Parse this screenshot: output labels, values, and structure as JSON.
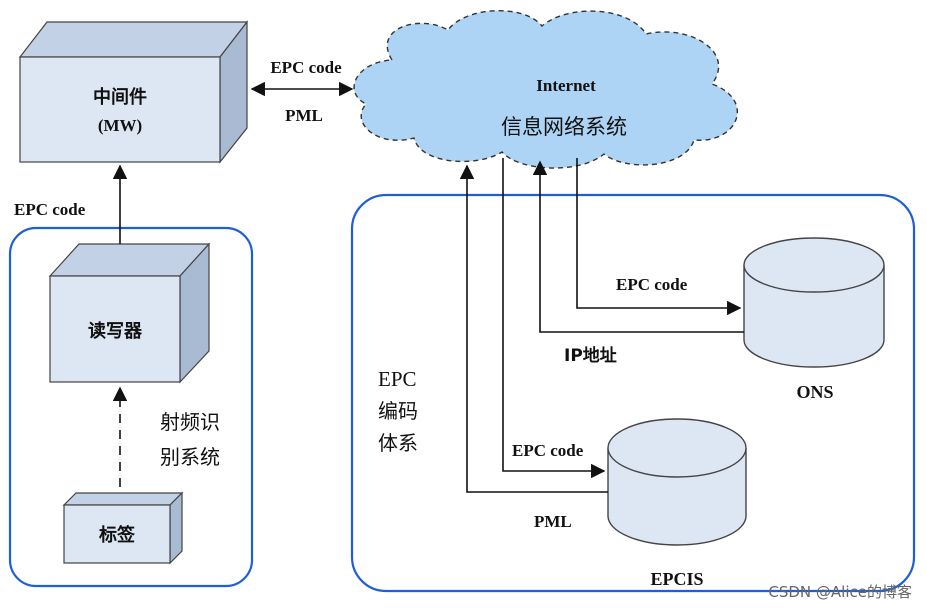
{
  "middleware": {
    "line1": "中间件",
    "line2": "(MW)"
  },
  "reader": {
    "label": "读写器"
  },
  "tag": {
    "label": "标签"
  },
  "rfid_group": {
    "line1": "射频识",
    "line2": "别系统"
  },
  "epc_group": {
    "line1": "EPC",
    "line2": "编码",
    "line3": "体系"
  },
  "internet": {
    "title": "Internet",
    "subtitle": "信息网络系统"
  },
  "labels": {
    "epc_code_mw_internet": "EPC code",
    "pml_mw_internet": "PML",
    "epc_code_reader_mw": "EPC code",
    "epc_code_to_ons": "EPC code",
    "ip_address": "IP地址",
    "epc_code_to_epcis": "EPC code",
    "pml_from_epcis": "PML"
  },
  "ons": {
    "label": "ONS"
  },
  "epcis": {
    "label": "EPCIS"
  },
  "watermark": "CSDN @Alice的博客",
  "colors": {
    "group_border": "#1f5fd6",
    "box_face": "#dde6f3",
    "box_top": "#c3d1e6",
    "box_side": "#a9bad3",
    "cloud_fill": "#aed4f5",
    "cylinder_fill": "#dde6f3"
  }
}
